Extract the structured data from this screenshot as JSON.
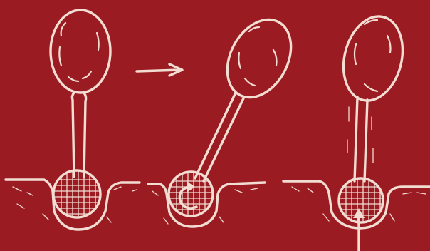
{
  "diagram": {
    "background_color": "#9a1b22",
    "ink_color": "#f2ddd2",
    "panels": [
      {
        "id": "upright",
        "stalk_state": "upright"
      },
      {
        "id": "tilted",
        "stalk_state": "tilted",
        "mark": "rotation-arrow"
      },
      {
        "id": "upright-pushed",
        "stalk_state": "upright",
        "mark": "up-arrow"
      }
    ],
    "connector_icon": "right-arrow-icon"
  }
}
